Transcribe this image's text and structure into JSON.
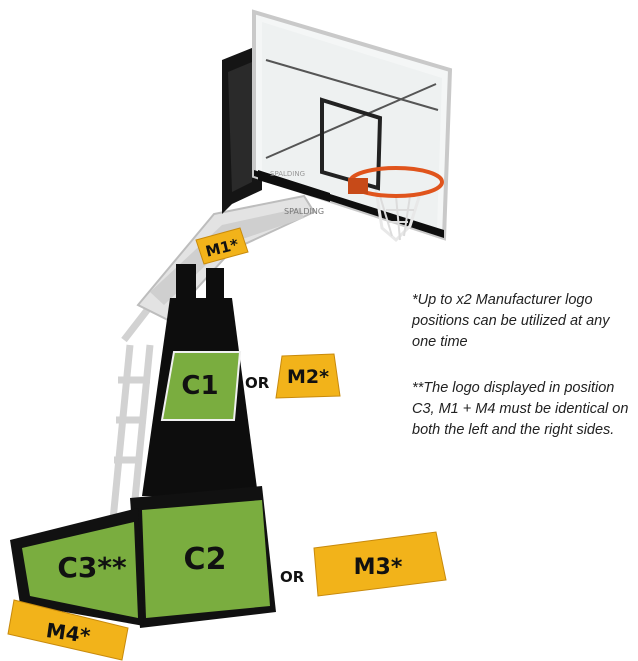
{
  "labels": {
    "m1": "M1*",
    "m2": "M2*",
    "m3": "M3*",
    "m4": "M4*",
    "c1": "C1",
    "c2": "C2",
    "c3": "C3**",
    "or_1": "OR",
    "or_2": "OR"
  },
  "notes": {
    "note_1": "*Up to x2 Manufacturer logo positions can be utilized at any one time",
    "note_2": "**The logo displayed in position C3, M1 + M4 must be identical on both the left and the right sides."
  },
  "board_text": {
    "backboard_brand": "SPALDING",
    "arm_brand": "SPALDING"
  },
  "colors": {
    "panel_green": "#7aad3f",
    "tag_yellow": "#f2b31a",
    "frame_black": "#111111",
    "rim_orange": "#e0541c"
  }
}
